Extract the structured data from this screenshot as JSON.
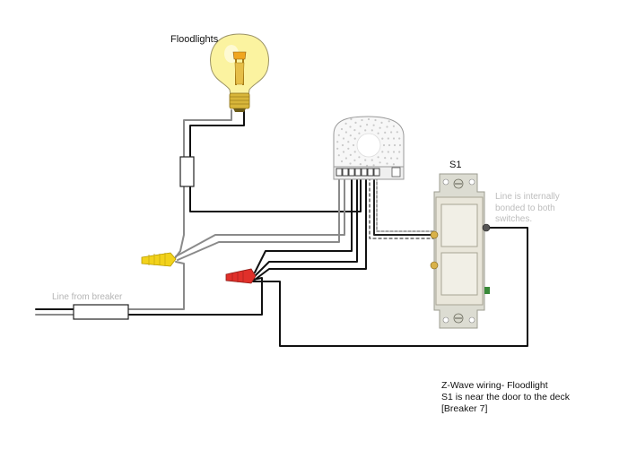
{
  "labels": {
    "floodlights": "Floodlights",
    "s1": "S1",
    "line_from_breaker": "Line from breaker",
    "bonded_note": [
      "Line is internally",
      "bonded to both",
      "switches."
    ]
  },
  "notes": [
    "Z-Wave wiring- Floodlight",
    "S1 is near the door to the deck",
    "[Breaker 7]"
  ],
  "colors": {
    "hot_wire": "#111111",
    "neutral_wire": "#8a8a8a",
    "yellow_connector": "#f2d21b",
    "red_connector": "#e0302a",
    "bulb_glass": "#fbf3a0",
    "switch_body": "#e9e6da"
  },
  "components": [
    "light-bulb",
    "z-wave-module",
    "double-switch",
    "yellow-wire-nut",
    "red-wire-nut",
    "cable-sheath-top",
    "cable-sheath-bottom"
  ]
}
